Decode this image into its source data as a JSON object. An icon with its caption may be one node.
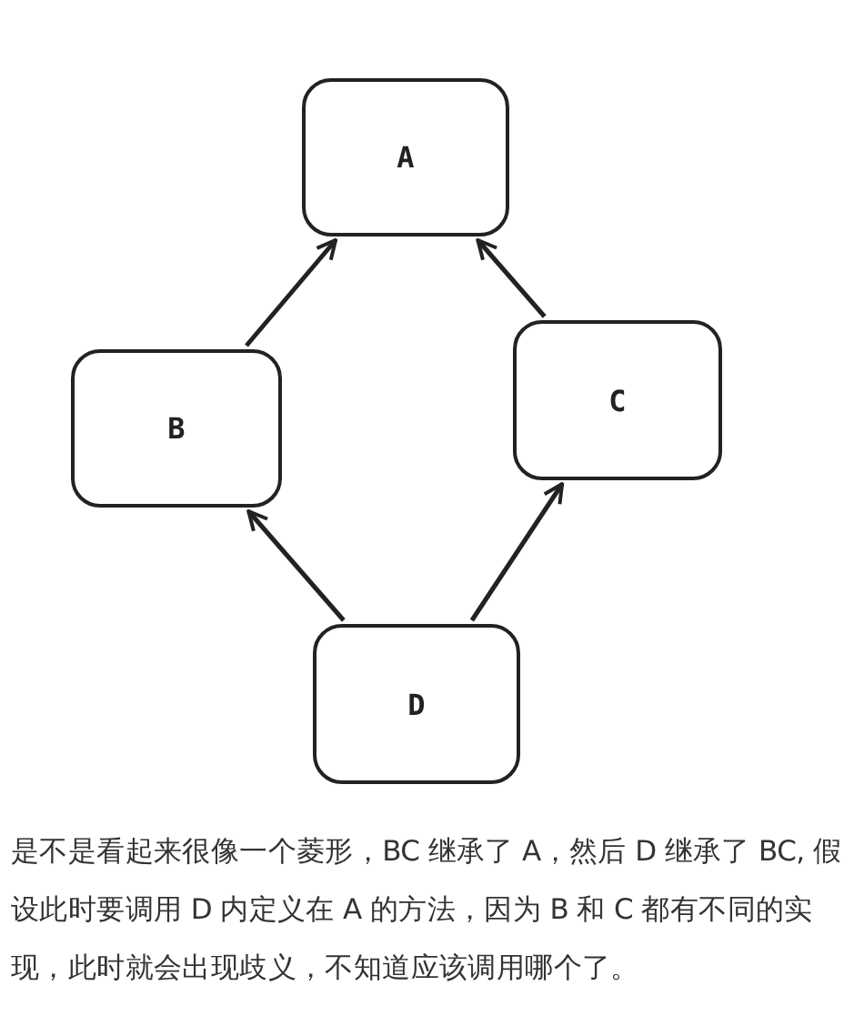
{
  "diagram": {
    "nodes": [
      {
        "text": [
          "A"
        ]
      },
      {
        "text": [
          "B"
        ]
      },
      {
        "text": [
          "C"
        ]
      },
      {
        "text": [
          "D"
        ]
      }
    ],
    "edges": [
      {
        "from": 1,
        "to": 0,
        "arrow": "to"
      },
      {
        "from": 2,
        "to": 0,
        "arrow": "to"
      },
      {
        "from": 3,
        "to": 1,
        "arrow": "to"
      },
      {
        "from": 3,
        "to": 2,
        "arrow": "to"
      }
    ],
    "labels": [
      "是不是看起来很像一个菱形，BC 继承了 A，然后 D 继承了 BC, 假设此时要调用 D 内定义在 A 的方法，因为 B 和 C 都有不同的实现，此时就会出现歧义，不知道应该调用哪个了。"
    ]
  }
}
